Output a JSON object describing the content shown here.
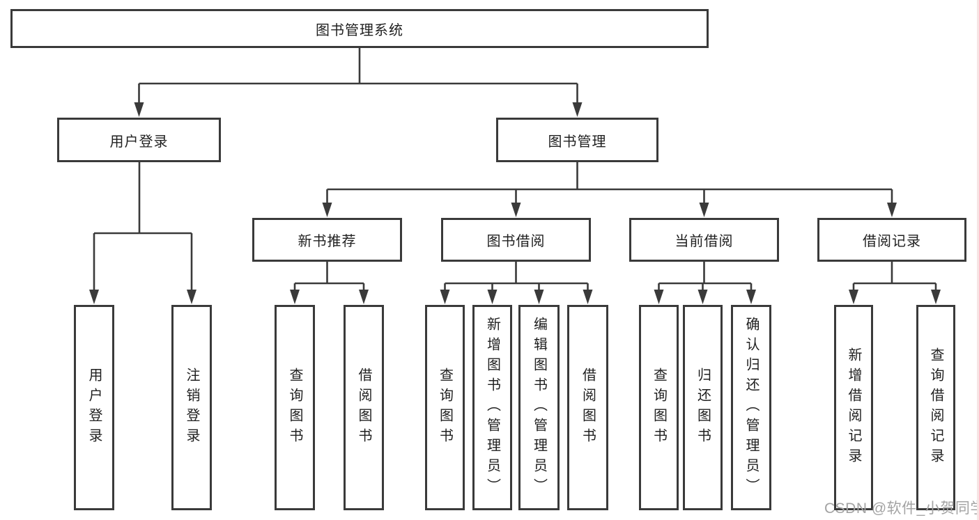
{
  "diagram": {
    "title": "图书管理系统",
    "branches": [
      {
        "label": "用户登录",
        "children": [
          {
            "label": "用户登录"
          },
          {
            "label": "注销登录"
          }
        ]
      },
      {
        "label": "图书管理",
        "children": [
          {
            "label": "新书推荐",
            "children": [
              {
                "label": "查询图书"
              },
              {
                "label": "借阅图书"
              }
            ]
          },
          {
            "label": "图书借阅",
            "children": [
              {
                "label": "查询图书"
              },
              {
                "label": "新增图书（管理员）"
              },
              {
                "label": "编辑图书（管理员）"
              },
              {
                "label": "借阅图书"
              }
            ]
          },
          {
            "label": "当前借阅",
            "children": [
              {
                "label": "查询图书"
              },
              {
                "label": "归还图书"
              },
              {
                "label": "确认归还（管理员）"
              }
            ]
          },
          {
            "label": "借阅记录",
            "children": [
              {
                "label": "新增借阅记录"
              },
              {
                "label": "查询借阅记录"
              }
            ]
          }
        ]
      }
    ]
  },
  "watermark": {
    "text": "CSDN @软件_小贺同学"
  },
  "colors": {
    "line": "#3a3a3a",
    "box_border": "#3a3a3a",
    "text": "#1f1f1f",
    "watermark": "#a3a3a3",
    "background": "#ffffff",
    "right_edge_tint": "#f7e4e4"
  }
}
